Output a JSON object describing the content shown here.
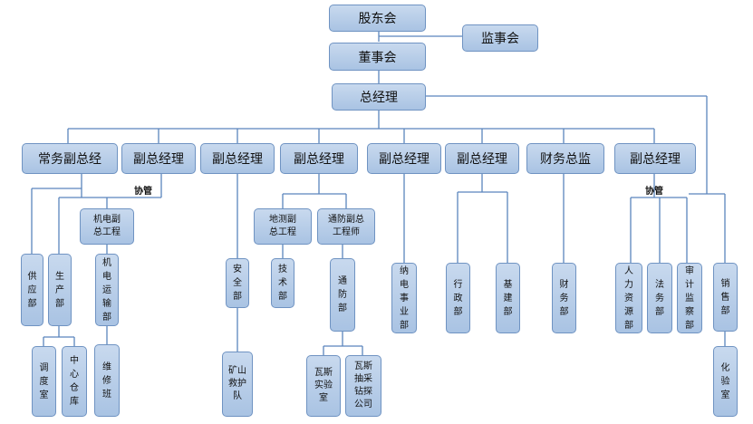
{
  "top": {
    "shareholders": "股东会",
    "supervisors": "监事会",
    "board": "董事会",
    "gm": "总经理"
  },
  "level2": [
    "常务副总经",
    "副总经理",
    "副总经理",
    "副总经理",
    "副总经理",
    "副总经理",
    "财务总监",
    "副总经理"
  ],
  "assist_label": "协管",
  "mid": {
    "electromech_chief": "机电副\n总工程",
    "geology_chief": "地测副\n总工程",
    "ventilation_chief": "通防副总\n工程师"
  },
  "depts": {
    "supply": "供\n应\n部",
    "production": "生\n产\n部",
    "electromech_transport": "机\n电\n运\n输\n部",
    "safety": "安\n全\n部",
    "technical": "技\n术\n部",
    "ventilation": "通\n防\n部",
    "electricity": "纳\n电\n事\n业\n部",
    "administration": "行\n政\n部",
    "infrastructure": "基\n建\n部",
    "finance": "财\n务\n部",
    "hr": "人\n力\n资\n源\n部",
    "legal": "法\n务\n部",
    "audit": "审\n计\n监\n察\n部",
    "sales": "销\n售\n部"
  },
  "bottom": {
    "dispatch": "调\n度\n室",
    "warehouse": "中\n心\n仓\n库",
    "maintenance": "维\n修\n班",
    "rescue": "矿山\n救护\n队",
    "gas_lab": "瓦斯\n实验\n室",
    "gas_drilling": "瓦斯\n抽采\n钻探\n公司",
    "chem_lab": "化\n验\n室"
  }
}
